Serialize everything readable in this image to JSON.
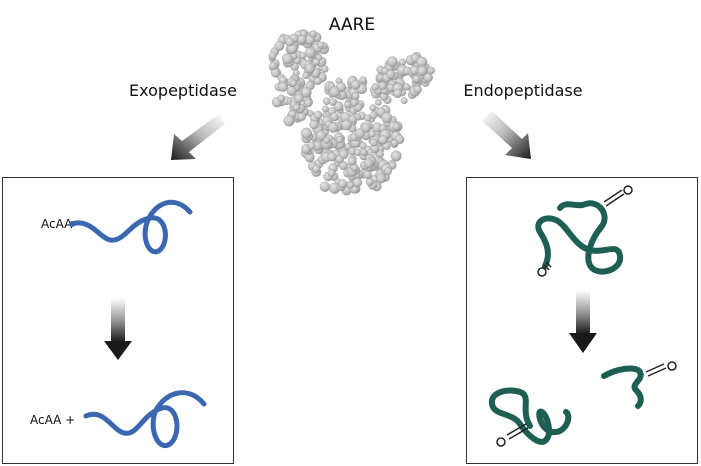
{
  "title": "AARE",
  "left_label": "Exopeptidase",
  "right_label": "Endopeptidase",
  "left_panel": {
    "top_tag": "AcAA",
    "bottom_tag": "AcAA +"
  },
  "colors": {
    "blue_chain": "#3b66b0",
    "green_chain": "#1e5f53",
    "protein": "#b9b9b9",
    "arrow": "#222222",
    "box_border": "#333333"
  },
  "icons": {
    "protein": "protein-structure-icon",
    "arrow": "down-arrow-icon"
  }
}
